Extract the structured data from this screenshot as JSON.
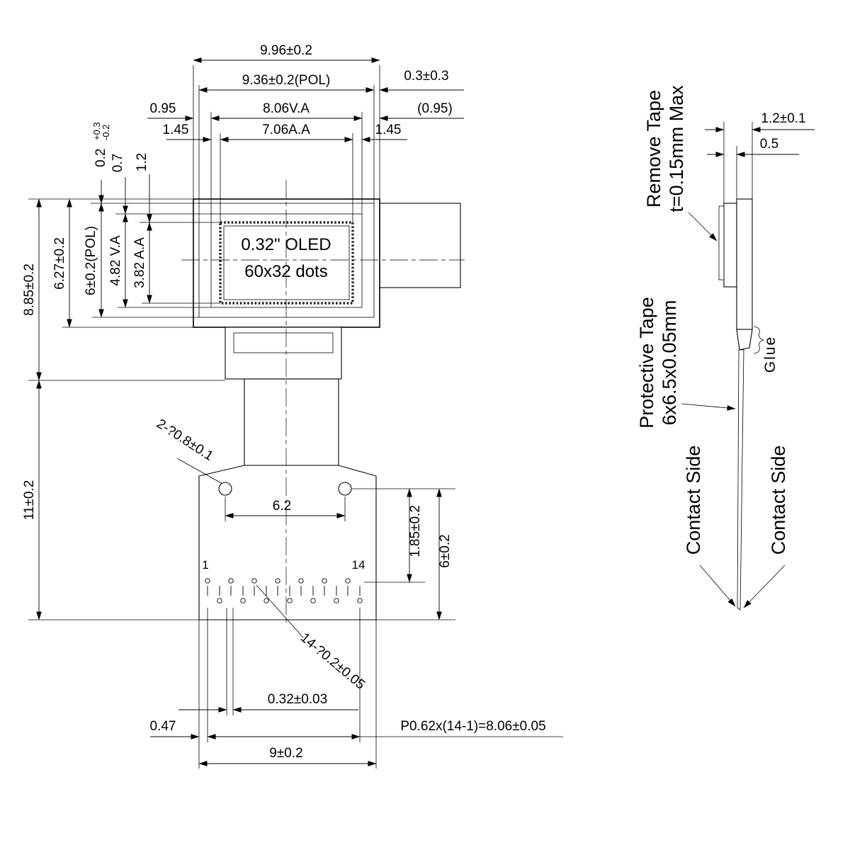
{
  "front": {
    "oled_line1": "0.32\" OLED",
    "oled_line2": "60x32 dots",
    "dim_total_width": "9.96±0.2",
    "dim_pol_width": "9.36±0.2(POL)",
    "dim_pol_right": "0.3±0.3",
    "dim_va_left": "0.95",
    "dim_va_width": "8.06V.A",
    "dim_va_right": "(0.95)",
    "dim_aa_left": "1.45",
    "dim_aa_width": "7.06A.A",
    "dim_aa_right": "1.45",
    "dim_pol_top": "0.2",
    "dim_pol_top_plus": "+0.3",
    "dim_pol_top_minus": "-0.2",
    "dim_va_top": "0.7",
    "dim_aa_top": "1.2",
    "dim_glass_h": "8.85±0.2",
    "dim_disp_h": "6.27±0.2",
    "dim_pol_h": "6±0.2(POL)",
    "dim_va_h": "4.82 V.A",
    "dim_aa_h": "3.82 A.A",
    "dim_fpc_h": "11±0.2",
    "dim_holes": "2-?0.8±0.1",
    "dim_hole_pitch": "6.2",
    "dim_pin_row1": "1.85±0.2",
    "dim_pin_area": "6±0.2",
    "pin_first": "1",
    "pin_last": "14",
    "dim_pin_holes": "14-?0.2±0.05",
    "dim_pin_w": "0.32±0.03",
    "dim_pin_margin": "0.47",
    "dim_pin_pitch": "P0.62x(14-1)=8.06±0.05",
    "dim_fpc_w": "9±0.2"
  },
  "side": {
    "dim_thickness": "1.2±0.1",
    "dim_tape": "0.5",
    "remove_tape_1": "Remove Tape",
    "remove_tape_2": "t=0.15mm Max",
    "protective_tape_1": "Protective Tape",
    "protective_tape_2": "6x6.5x0.05mm",
    "glue": "Glue",
    "contact_left": "Contact Side",
    "contact_right": "Contact Side"
  }
}
